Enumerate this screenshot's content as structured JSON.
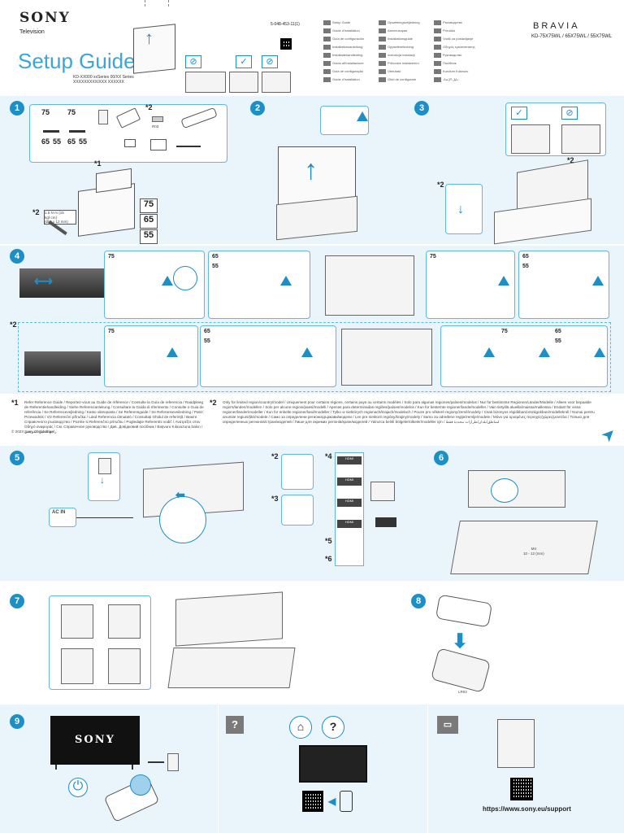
{
  "header": {
    "brand": "SONY",
    "doc_type": "Television",
    "title": "Setup Guide",
    "part_number": "5-048-453-11(1)",
    "models_small_1": "KD-XX000 xxSeries 00/XX Series",
    "models_small_2": "XXXXXXXXX/XXX XXXXXX",
    "bravia": "BRAVIA",
    "models": "KD-75X75WL / 65X75WL / 55X75WL"
  },
  "languages": [
    "Setup Guide",
    "Guide d'installation",
    "Guía de configuración",
    "Installationsanleitung",
    "Installatiehandleiding",
    "Guida all'installazione",
    "Guia de configuração",
    "Guide d'installation",
    "Opsætningsvejledning",
    "Asennusopas",
    "Installationsguide",
    "Oppsettveiledning",
    "Instrukcja instalacji",
    "Průvodce nastavením",
    "Útmutató",
    "Ghid de configurare",
    "Ръководство",
    "Príručka",
    "Vodič za postavljanje",
    "Οδηγός εγκατάστασης",
    "Руководство",
    "Посібник",
    "Kurulum Kılavuzu",
    "دليل الإعداد"
  ],
  "steps": {
    "s1": "1",
    "s2": "2",
    "s3": "3",
    "s4": "4",
    "s5": "5",
    "s6": "6",
    "s7": "7",
    "s8": "8",
    "s9": "9"
  },
  "sizes": {
    "s75": "75",
    "s65": "65",
    "s55": "55"
  },
  "step1": {
    "star1": "*1",
    "star2": "*2",
    "screw_note_1": "1.5 N·m {15 kgf·cm}",
    "screw_note_2": "(Ø 4 x 12 mm)",
    "label_r03": "R03"
  },
  "step4": {
    "star2": "*2"
  },
  "step6": {
    "screw_spec": "M4",
    "screw_len": "10 - 12 (mm)"
  },
  "step5": {
    "star2": "*2",
    "star3": "*3",
    "star4": "*4",
    "star5": "*5",
    "star6": "*6",
    "antenna_label": "AC IN",
    "hdmi": "HDMI"
  },
  "step8": {
    "battery": "LR03"
  },
  "step9": {
    "tv_logo": "SONY"
  },
  "footnotes": {
    "fn1_mark": "*1",
    "fn1_text": "Refer Reference Guide / Reportez-vous au Guide de référence / Consulte la Guía de referencia / Raadpleeg de Referentiehandleiding / Siehe Referenzanleitung / Consultare la Guida di riferimento / Consulte o Guia de referência / Se Referencevejledning / Katso viiteopasta / Se Referensguide / Se Referanseveiledning / Patrz: Przewodnik / Viz Referenční příručka / Lásd Referencia útmutató / Consultați Ghidul de referință / Вижте Справочното ръководство / Pozrite si Referenčnú príručku / Pogledajte Referentni vodič / Ανατρέξτε στον Οδηγό αναφοράς / См. Справочное руководство / Див. Довідковий посібник / Başvuru Kılavuzuna bakın / راجع الدليل المرجعي",
    "fn2_mark": "*2",
    "fn2_text": "Only for limited region/country/model / Uniquement pour certains régions, certains pays ou certains modèles / Solo para algunas regiones/países/modelos / Nur für bestimmte Regionen/Länder/Modelle / Alleen voor bepaalde regio's/landen/modellen / Solo per alcune regioni/paesi/modelli / Apenas para determinadas regiões/países/modelos / Kun for bestemte regioner/lande/modeller / Vain tietyillä alueilla/maissa/malleissa / Endast för vissa regioner/länder/modeller / Kun for enkelte regioner/land/modeller / Tylko w niektórych regionach/krajach/modelach / Pouze pro některé regiony/země/modely / Csak bizonyos régiókban/országokban/modelleknél / Numai pentru anumite regiuni/țări/modele / Само за определени региони/държави/модели / Len pre niektoré regióny/krajiny/modely / Samo za određene regije/zemlje/modele / Μόνο για ορισμένες περιοχές/χώρες/μοντέλα / Только для определенных регионов/стран/моделей / Лише для окремих регіонів/країн/моделей / Yalnızca belirli bölgeler/ülkeler/modeller için / لمناطق/بلدان/طرازات محددة فقط",
    "copyright": "© 2023 Sony Corporation"
  },
  "support_url": "https://www.sony.eu/support",
  "colors": {
    "accent": "#1c8fc7",
    "title": "#3aa6d8",
    "panel_border": "#5fb8e0",
    "band": "#eaf5fb"
  }
}
